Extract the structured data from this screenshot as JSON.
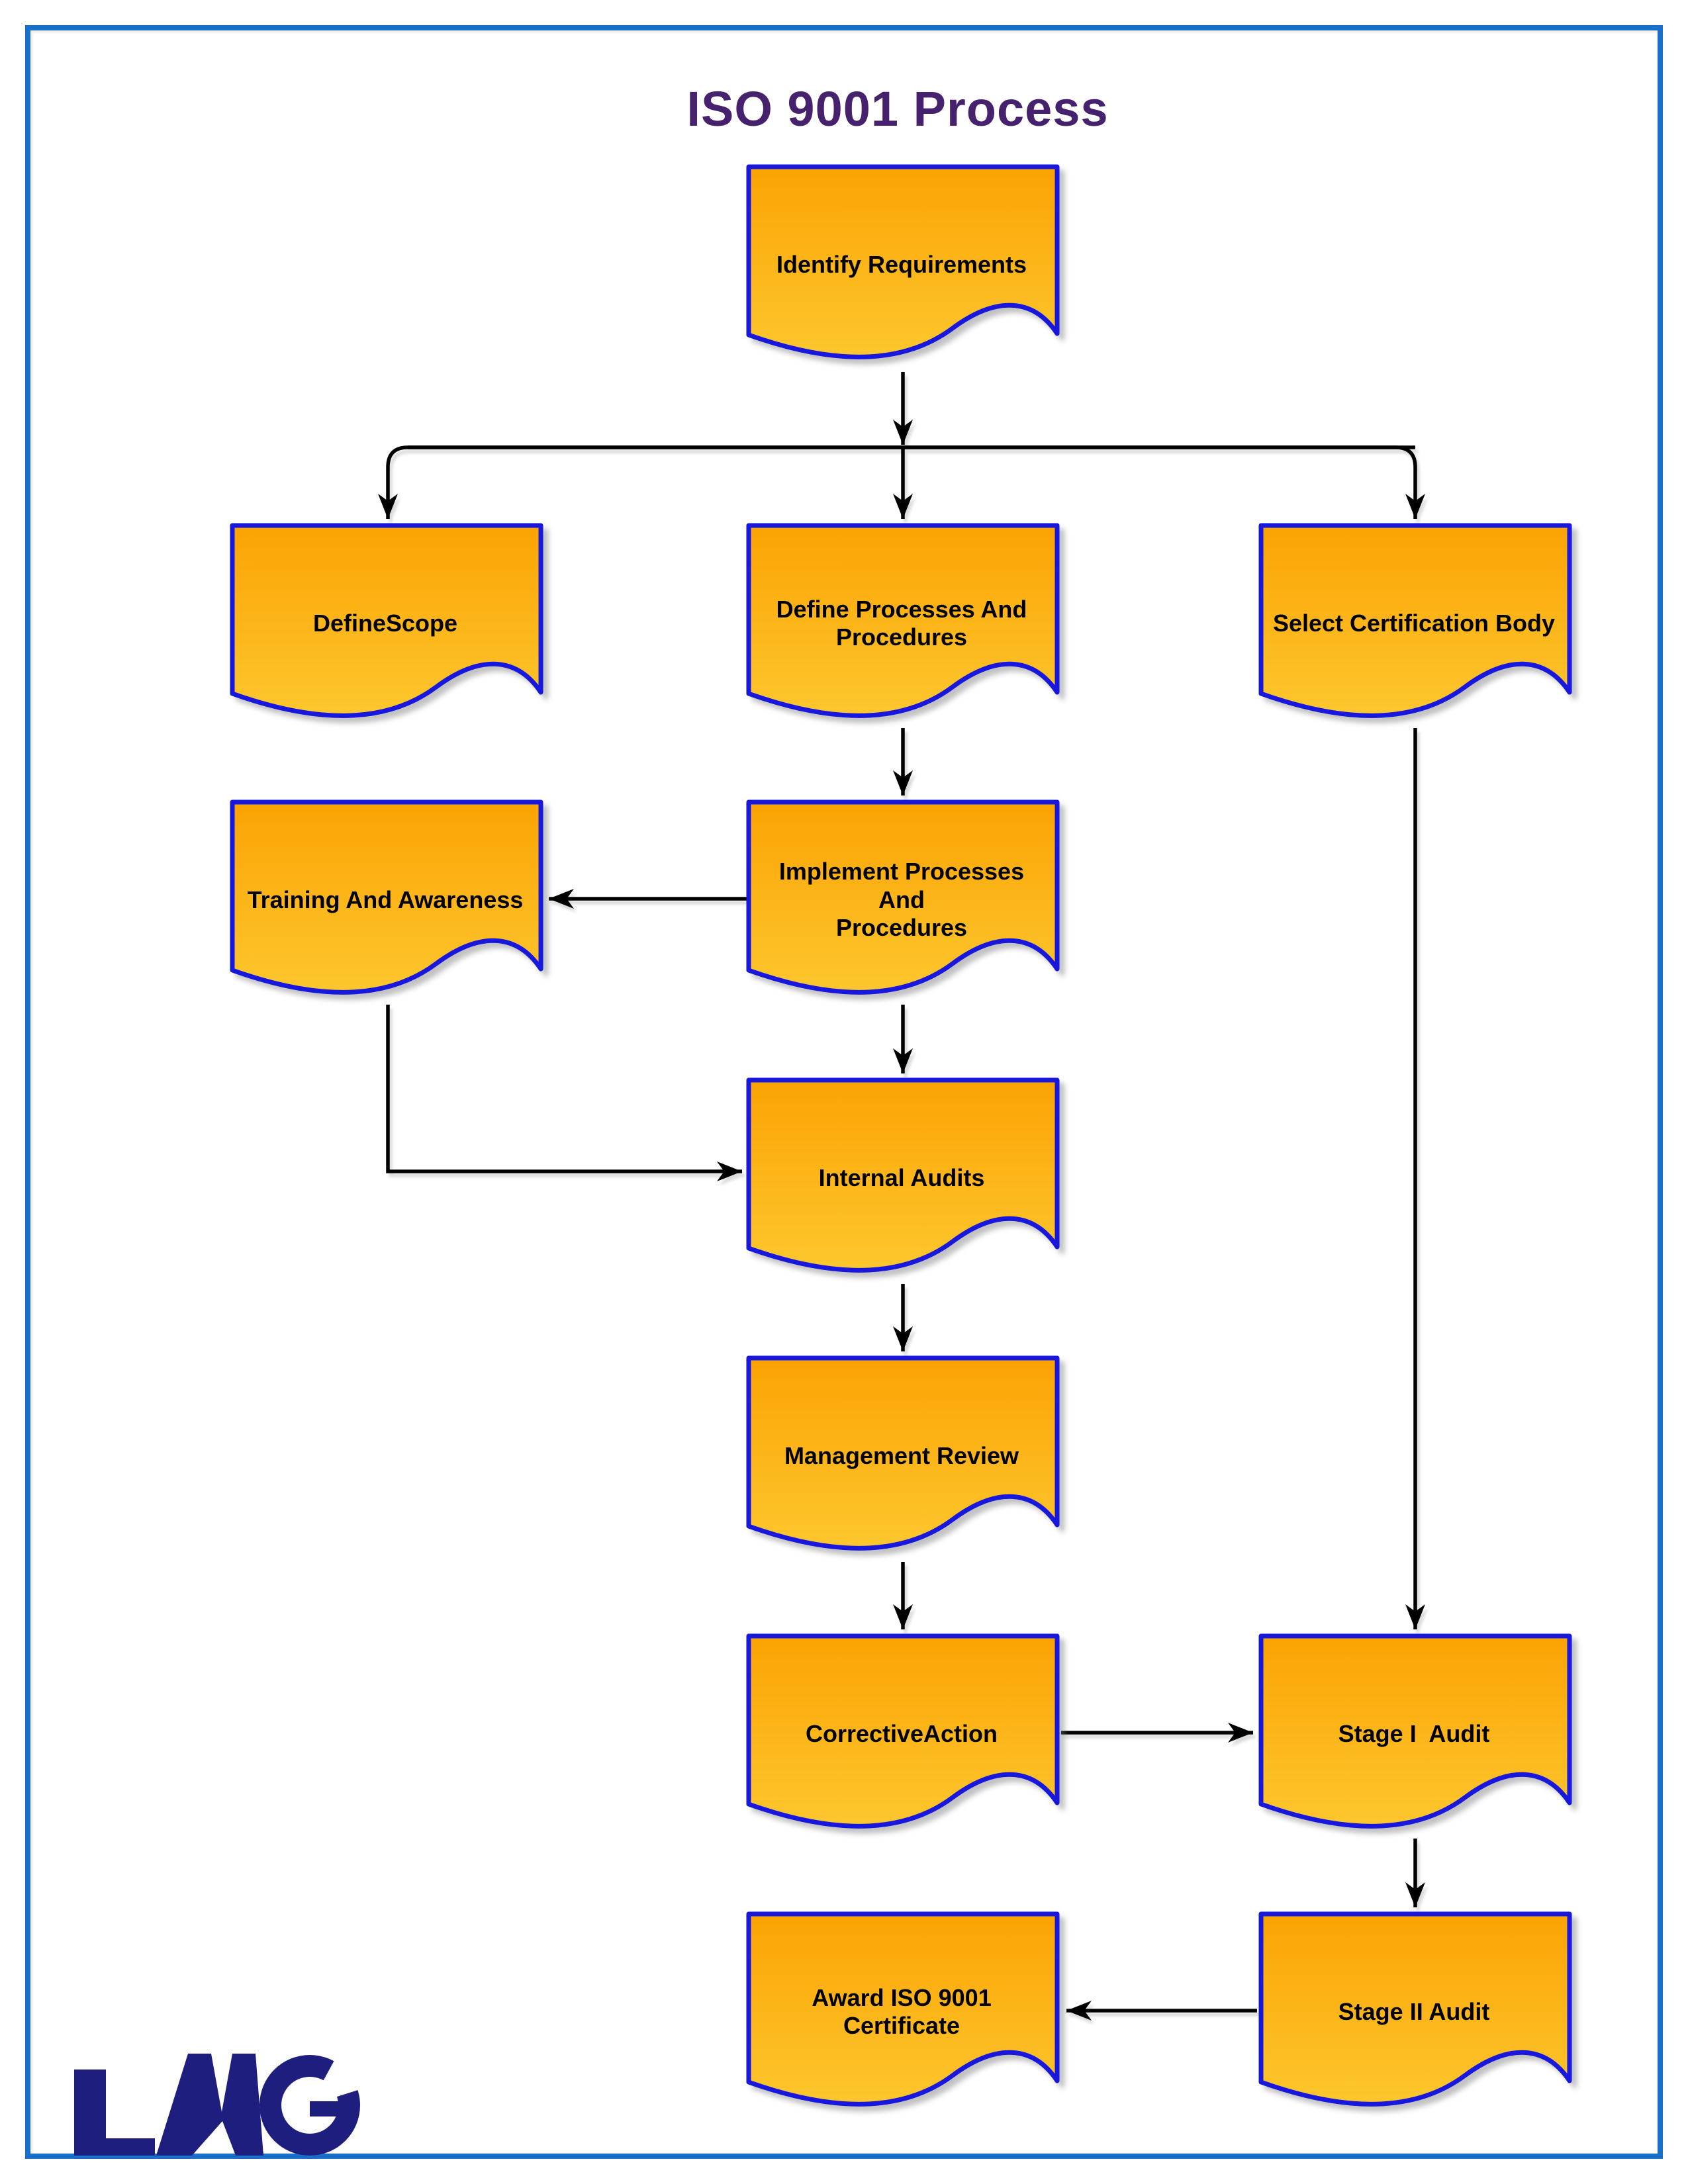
{
  "title": "ISO 9001 Process",
  "logo": {
    "text": "LMG"
  },
  "colors": {
    "title_color": "#45216E",
    "frame_color": "#1A70C8",
    "node_border_color": "#1717DD",
    "node_fill_top": "#FBA303",
    "node_fill_bottom": "#FDC72E",
    "node_text_color": "#000000",
    "connector_color": "#000000",
    "logo_color": "#1E1E7E"
  },
  "nodes": {
    "identify_requirements": {
      "label": "Identify Requirements"
    },
    "define_scope": {
      "label": "DefineScope"
    },
    "define_processes": {
      "label": "Define Processes And\nProcedures"
    },
    "select_certification_body": {
      "label": "Select Certification Body"
    },
    "training_awareness": {
      "label": "Training And Awareness"
    },
    "implement_processes": {
      "label": "Implement Processes And\nProcedures"
    },
    "internal_audits": {
      "label": "Internal Audits"
    },
    "management_review": {
      "label": "Management Review"
    },
    "corrective_action": {
      "label": "CorrectiveAction"
    },
    "stage1_audit": {
      "label": "Stage I  Audit"
    },
    "stage2_audit": {
      "label": "Stage II Audit"
    },
    "award_certificate": {
      "label": "Award ISO 9001\nCertificate"
    }
  },
  "edges": [
    {
      "from": "identify_requirements",
      "to": "define_scope"
    },
    {
      "from": "identify_requirements",
      "to": "define_processes"
    },
    {
      "from": "identify_requirements",
      "to": "select_certification_body"
    },
    {
      "from": "define_processes",
      "to": "implement_processes"
    },
    {
      "from": "implement_processes",
      "to": "training_awareness"
    },
    {
      "from": "implement_processes",
      "to": "internal_audits"
    },
    {
      "from": "training_awareness",
      "to": "internal_audits"
    },
    {
      "from": "internal_audits",
      "to": "management_review"
    },
    {
      "from": "management_review",
      "to": "corrective_action"
    },
    {
      "from": "corrective_action",
      "to": "stage1_audit"
    },
    {
      "from": "select_certification_body",
      "to": "stage1_audit"
    },
    {
      "from": "stage1_audit",
      "to": "stage2_audit"
    },
    {
      "from": "stage2_audit",
      "to": "award_certificate"
    }
  ]
}
